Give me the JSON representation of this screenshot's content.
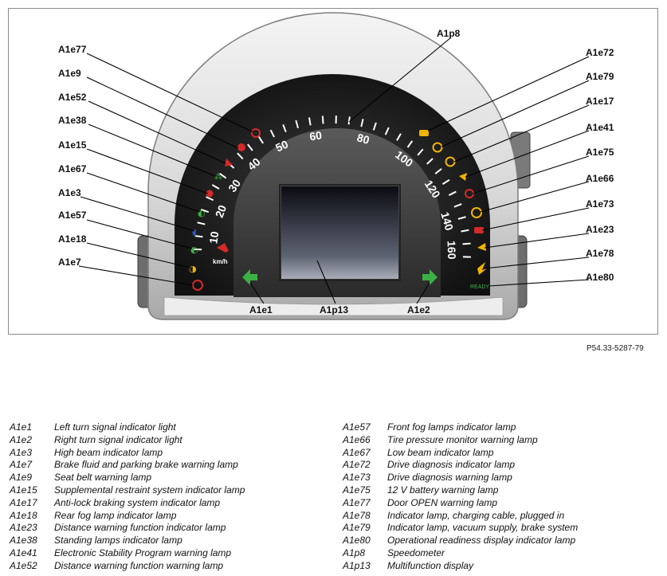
{
  "figure_ref": "P54.33-5287-79",
  "labels": {
    "A1e77": "A1e77",
    "A1e9": "A1e9",
    "A1e52": "A1e52",
    "A1e38": "A1e38",
    "A1e15": "A1e15",
    "A1e67": "A1e67",
    "A1e3": "A1e3",
    "A1e57": "A1e57",
    "A1e18": "A1e18",
    "A1e7": "A1e7",
    "A1p8": "A1p8",
    "A1e72": "A1e72",
    "A1e79": "A1e79",
    "A1e17": "A1e17",
    "A1e41": "A1e41",
    "A1e75": "A1e75",
    "A1e66": "A1e66",
    "A1e73": "A1e73",
    "A1e23": "A1e23",
    "A1e78": "A1e78",
    "A1e80": "A1e80",
    "A1e1": "A1e1",
    "A1p13": "A1p13",
    "A1e2": "A1e2"
  },
  "gauge": {
    "speed_ticks": [
      "10",
      "20",
      "30",
      "40",
      "50",
      "60",
      "80",
      "100",
      "120",
      "140",
      "160"
    ],
    "unit": "km/h",
    "ready": "READY",
    "colors": {
      "green": "#3cb043",
      "red": "#d42a2a",
      "amber": "#f0b400",
      "blue": "#2b59c3"
    }
  },
  "legend": {
    "left": [
      {
        "code": "A1e1",
        "desc": "Left turn signal indicator light"
      },
      {
        "code": "A1e2",
        "desc": "Right turn signal indicator light"
      },
      {
        "code": "A1e3",
        "desc": "High beam indicator lamp"
      },
      {
        "code": "A1e7",
        "desc": "Brake fluid and parking brake warning lamp"
      },
      {
        "code": "A1e9",
        "desc": "Seat belt warning lamp"
      },
      {
        "code": "A1e15",
        "desc": "Supplemental restraint system indicator lamp"
      },
      {
        "code": "A1e17",
        "desc": "Anti-lock braking system indicator lamp"
      },
      {
        "code": "A1e18",
        "desc": "Rear fog lamp indicator lamp"
      },
      {
        "code": "A1e23",
        "desc": "Distance warning function indicator lamp"
      },
      {
        "code": "A1e38",
        "desc": "Standing lamps indicator lamp"
      },
      {
        "code": "A1e41",
        "desc": "Electronic Stability Program warning lamp"
      },
      {
        "code": "A1e52",
        "desc": "Distance warning function warning lamp"
      }
    ],
    "right": [
      {
        "code": "A1e57",
        "desc": "Front fog lamps indicator lamp"
      },
      {
        "code": "A1e66",
        "desc": "Tire pressure monitor warning lamp"
      },
      {
        "code": "A1e67",
        "desc": "Low beam indicator lamp"
      },
      {
        "code": "A1e72",
        "desc": "Drive diagnosis indicator lamp"
      },
      {
        "code": "A1e73",
        "desc": "Drive diagnosis warning lamp"
      },
      {
        "code": "A1e75",
        "desc": "12 V battery warning lamp"
      },
      {
        "code": "A1e77",
        "desc": "Door OPEN warning lamp"
      },
      {
        "code": "A1e78",
        "desc": "Indicator lamp, charging cable, plugged in"
      },
      {
        "code": "A1e79",
        "desc": "Indicator lamp, vacuum supply, brake system"
      },
      {
        "code": "A1e80",
        "desc": "Operational readiness display indicator lamp"
      },
      {
        "code": "A1p8",
        "desc": "Speedometer"
      },
      {
        "code": "A1p13",
        "desc": "Multifunction display"
      }
    ]
  }
}
